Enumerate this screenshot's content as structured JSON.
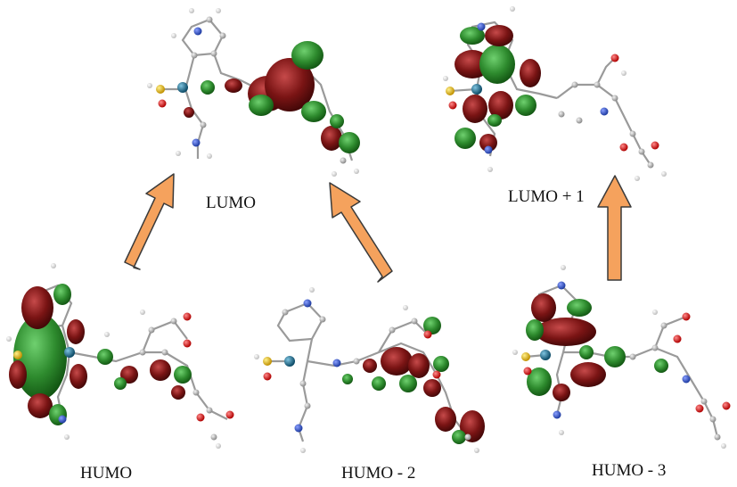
{
  "labels": {
    "lumo": "LUMO",
    "lumo_plus_1": "LUMO + 1",
    "humo": "HUMO",
    "humo_minus_2": "HUMO - 2",
    "humo_minus_3": "HUMO - 3"
  },
  "colors": {
    "lobe_positive": "#2e8b2e",
    "lobe_negative": "#7a1414",
    "atom_carbon": "#a9a9a9",
    "atom_hydrogen": "#ececec",
    "atom_oxygen": "#d01010",
    "atom_nitrogen": "#3050c0",
    "atom_sulfur": "#e8c020",
    "atom_metal": "#1e6a8a",
    "arrow_fill": "#f5a25d",
    "arrow_stroke": "#3a3a3a"
  },
  "transitions": [
    {
      "from": "humo",
      "to": "lumo"
    },
    {
      "from": "humo_minus_2",
      "to": "lumo"
    },
    {
      "from": "humo_minus_3",
      "to": "lumo_plus_1"
    }
  ]
}
